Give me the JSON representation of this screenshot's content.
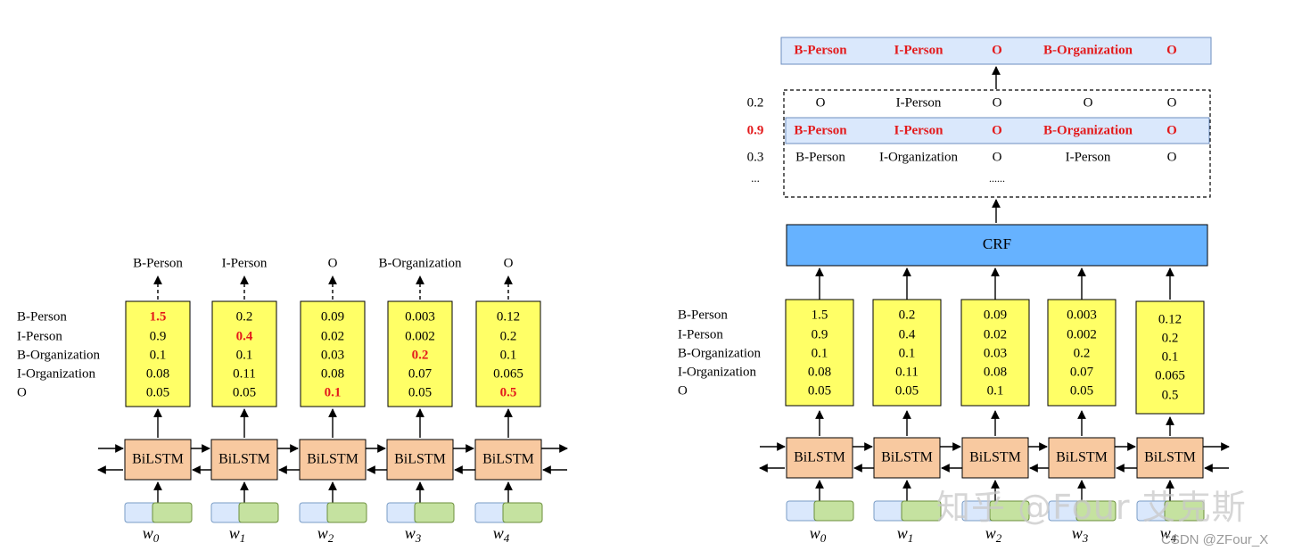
{
  "colors": {
    "score_fill": "#ffff66",
    "bilstm_fill": "#f8c9a0",
    "crf_fill": "#66b2ff",
    "output_fill": "#dae8fc",
    "embed_left": "#dae8fc",
    "embed_right": "#c5e2a0",
    "highlight_text": "#e31a1c",
    "stroke": "#000000"
  },
  "tag_labels": [
    "B-Person",
    "I-Person",
    "B-Organization",
    "I-Organization",
    "O"
  ],
  "words": [
    "w",
    "w",
    "w",
    "w",
    "w"
  ],
  "word_subscripts": [
    "0",
    "1",
    "2",
    "3",
    "4"
  ],
  "bilstm_label": "BiLSTM",
  "left_panel": {
    "predicted_tags": [
      "B-Person",
      "I-Person",
      "O",
      "B-Organization",
      "O"
    ],
    "scores": [
      [
        "1.5",
        "0.9",
        "0.1",
        "0.08",
        "0.05"
      ],
      [
        "0.2",
        "0.4",
        "0.1",
        "0.11",
        "0.05"
      ],
      [
        "0.09",
        "0.02",
        "0.03",
        "0.08",
        "0.1"
      ],
      [
        "0.003",
        "0.002",
        "0.2",
        "0.07",
        "0.05"
      ],
      [
        "0.12",
        "0.2",
        "0.1",
        "0.065",
        "0.5"
      ]
    ],
    "highlight_rows": [
      0,
      1,
      4,
      2,
      4
    ]
  },
  "right_panel": {
    "crf_label": "CRF",
    "scores": [
      [
        "1.5",
        "0.9",
        "0.1",
        "0.08",
        "0.05"
      ],
      [
        "0.2",
        "0.4",
        "0.1",
        "0.11",
        "0.05"
      ],
      [
        "0.09",
        "0.02",
        "0.03",
        "0.08",
        "0.1"
      ],
      [
        "0.003",
        "0.002",
        "0.2",
        "0.07",
        "0.05"
      ],
      [
        "0.12",
        "0.2",
        "0.1",
        "0.065",
        "0.5"
      ]
    ],
    "output_tags": [
      "B-Person",
      "I-Person",
      "O",
      "B-Organization",
      "O"
    ],
    "candidates": [
      {
        "score": "0.2",
        "tags": [
          "O",
          "I-Person",
          "O",
          "O",
          "O"
        ],
        "highlight": false
      },
      {
        "score": "0.9",
        "tags": [
          "B-Person",
          "I-Person",
          "O",
          "B-Organization",
          "O"
        ],
        "highlight": true
      },
      {
        "score": "0.3",
        "tags": [
          "B-Person",
          "I-Organization",
          "O",
          "I-Person",
          "O"
        ],
        "highlight": false
      }
    ],
    "ellipsis_score": "...",
    "ellipsis_tags": "......"
  },
  "watermark": {
    "zhihu": "知乎 @Four 艾克斯",
    "csdn": "CSDN @ZFour_X"
  }
}
